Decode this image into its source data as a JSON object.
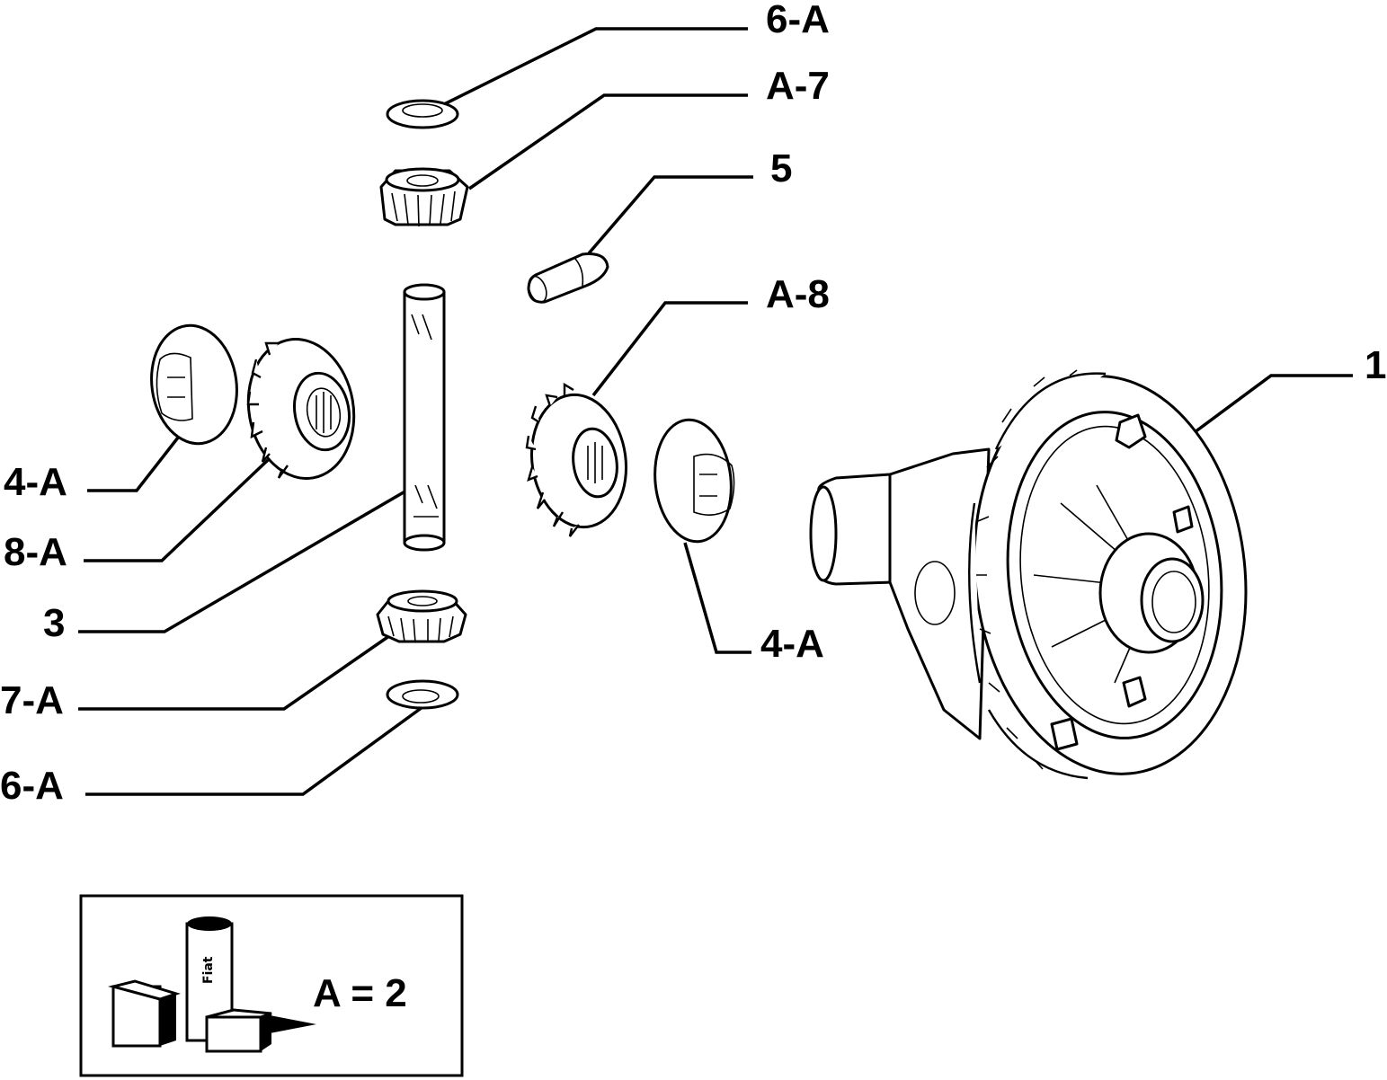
{
  "callouts": {
    "washer_top": "6-A",
    "pinion_top": "A-7",
    "pin": "5",
    "side_gear_right": "A-8",
    "housing": "1",
    "cover_left": "4-A",
    "side_gear_left": "8-A",
    "shaft": "3",
    "cover_right": "4-A",
    "pinion_bottom": "7-A",
    "washer_bottom": "6-A"
  },
  "legend": {
    "formula": "A = 2",
    "kit_brand_text": "Fiat"
  }
}
